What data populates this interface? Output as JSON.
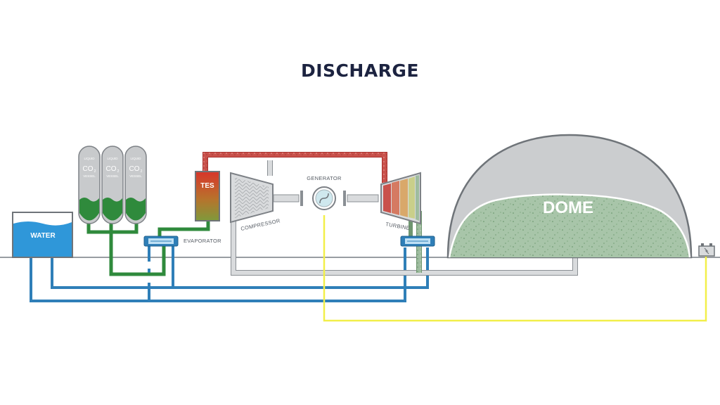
{
  "title": "DISCHARGE",
  "colors": {
    "water": "#2f97d9",
    "liquid": "#2f8a3c",
    "hot": "#c94a45",
    "gas": "#d0d2d4",
    "power": "#f2ef4a",
    "outline": "#6f7479"
  },
  "labels": {
    "water": "WATER",
    "vessel_top": "LIQUID",
    "vessel_co": "CO",
    "vessel_sub": "2",
    "vessel_bottom": "VESSEL",
    "tes": "TES",
    "evaporator": "EVAPORATOR",
    "compressor": "COMPRESSOR",
    "generator": "GENERATOR",
    "turbine": "TURBINE",
    "dome": "DOME"
  }
}
